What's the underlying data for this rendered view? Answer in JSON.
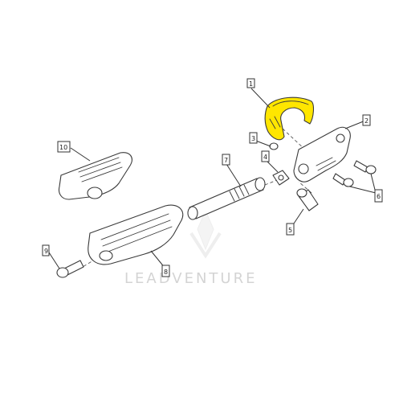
{
  "watermark": {
    "text": "LEADVENTURE"
  },
  "callouts": {
    "bracket_highlighted": "1",
    "pivot_bracket": "2",
    "clip_ring": "3",
    "gasket": "4",
    "pin": "5",
    "bolts_pair": "6",
    "long_bolt": "7",
    "footrest_large": "8",
    "small_bolt": "9",
    "footrest_small": "10"
  },
  "colors": {
    "highlight": "#ffe600",
    "line": "#3a3a3a",
    "watermark": "#d4d4d4"
  }
}
